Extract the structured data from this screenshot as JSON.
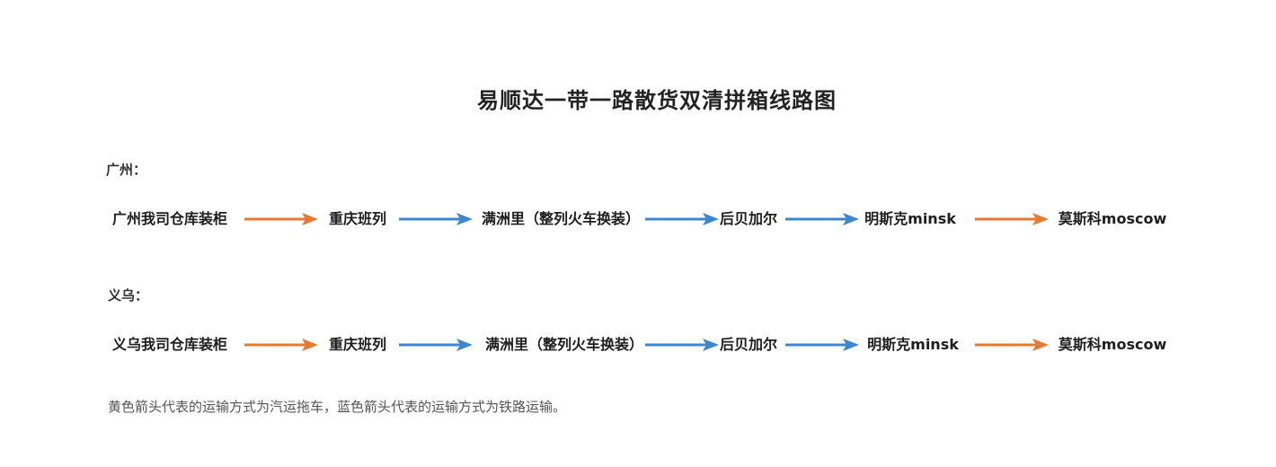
{
  "title": "易顺达一带一路散货双清拼箱线路图",
  "colors": {
    "truck_arrow": "#e67a33",
    "rail_arrow": "#3f87cc"
  },
  "routes": [
    {
      "label": "广州：",
      "nodes": [
        "广州我司仓库装柜",
        "重庆班列",
        "满洲里（整列火车换装）",
        "后贝加尔",
        "明斯克minsk",
        "莫斯科moscow"
      ],
      "arrows": [
        "truck",
        "rail",
        "rail",
        "rail",
        "truck"
      ]
    },
    {
      "label": "义乌：",
      "nodes": [
        "义乌我司仓库装柜",
        "重庆班列",
        "满洲里（整列火车换装）",
        "后贝加尔",
        "明斯克minsk",
        "莫斯科moscow"
      ],
      "arrows": [
        "truck",
        "rail",
        "rail",
        "rail",
        "truck"
      ]
    }
  ],
  "note": "黄色箭头代表的运输方式为汽运拖车，蓝色箭头代表的运输方式为铁路运输。"
}
